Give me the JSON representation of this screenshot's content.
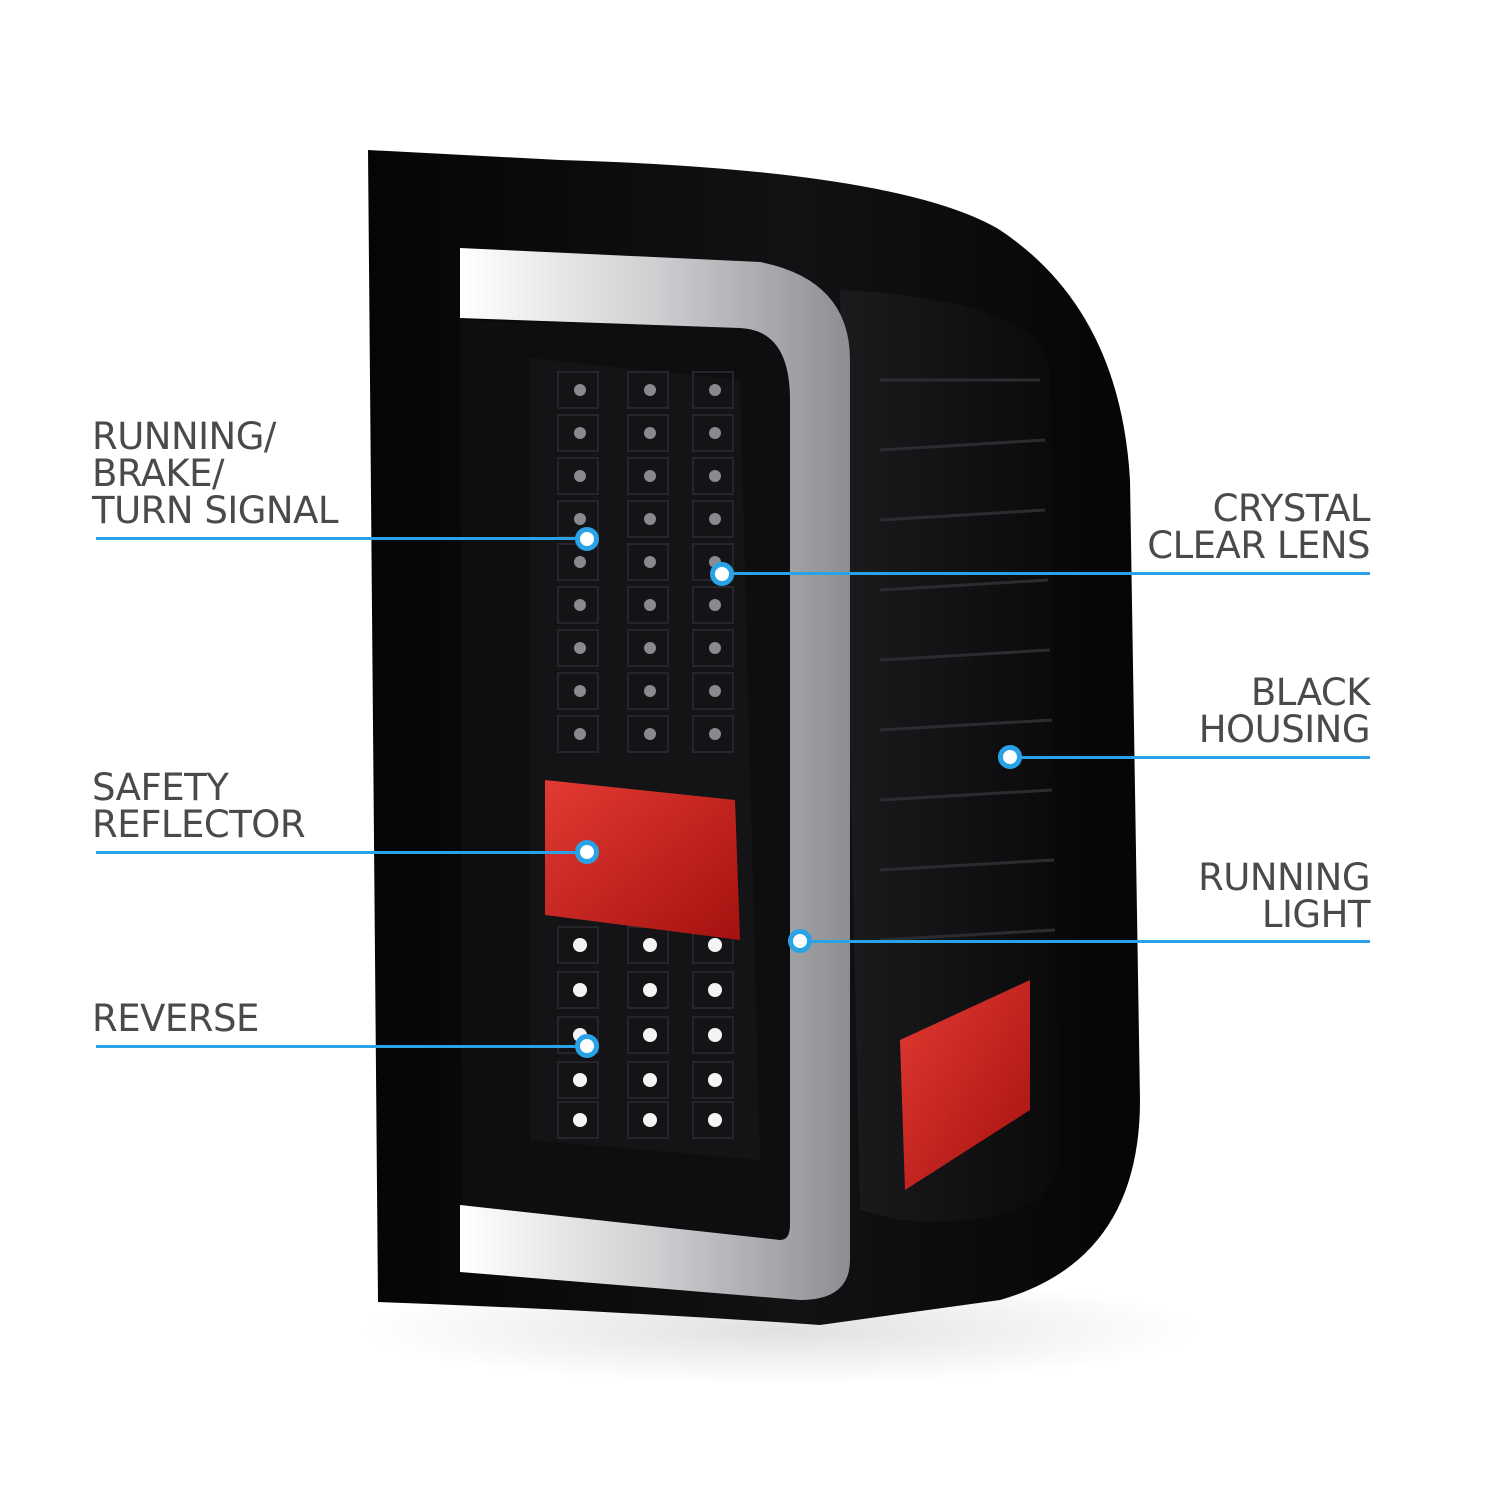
{
  "callouts": {
    "running_brake_turn": {
      "lines": [
        "RUNNING/",
        "BRAKE/",
        "TURN SIGNAL"
      ]
    },
    "safety_reflector": {
      "lines": [
        "SAFETY",
        "REFLECTOR"
      ]
    },
    "reverse": {
      "lines": [
        "REVERSE"
      ]
    },
    "crystal_clear_lens": {
      "lines": [
        "CRYSTAL",
        "CLEAR LENS"
      ]
    },
    "black_housing": {
      "lines": [
        "BLACK",
        "HOUSING"
      ]
    },
    "running_light": {
      "lines": [
        "RUNNING",
        "LIGHT"
      ]
    }
  },
  "colors": {
    "leader_line": "#29a3e6",
    "label_text": "#4a4a4a",
    "housing": "#0c0c0e",
    "reflector_red": "#d3201e",
    "light_bar": "#d9d9dc"
  }
}
